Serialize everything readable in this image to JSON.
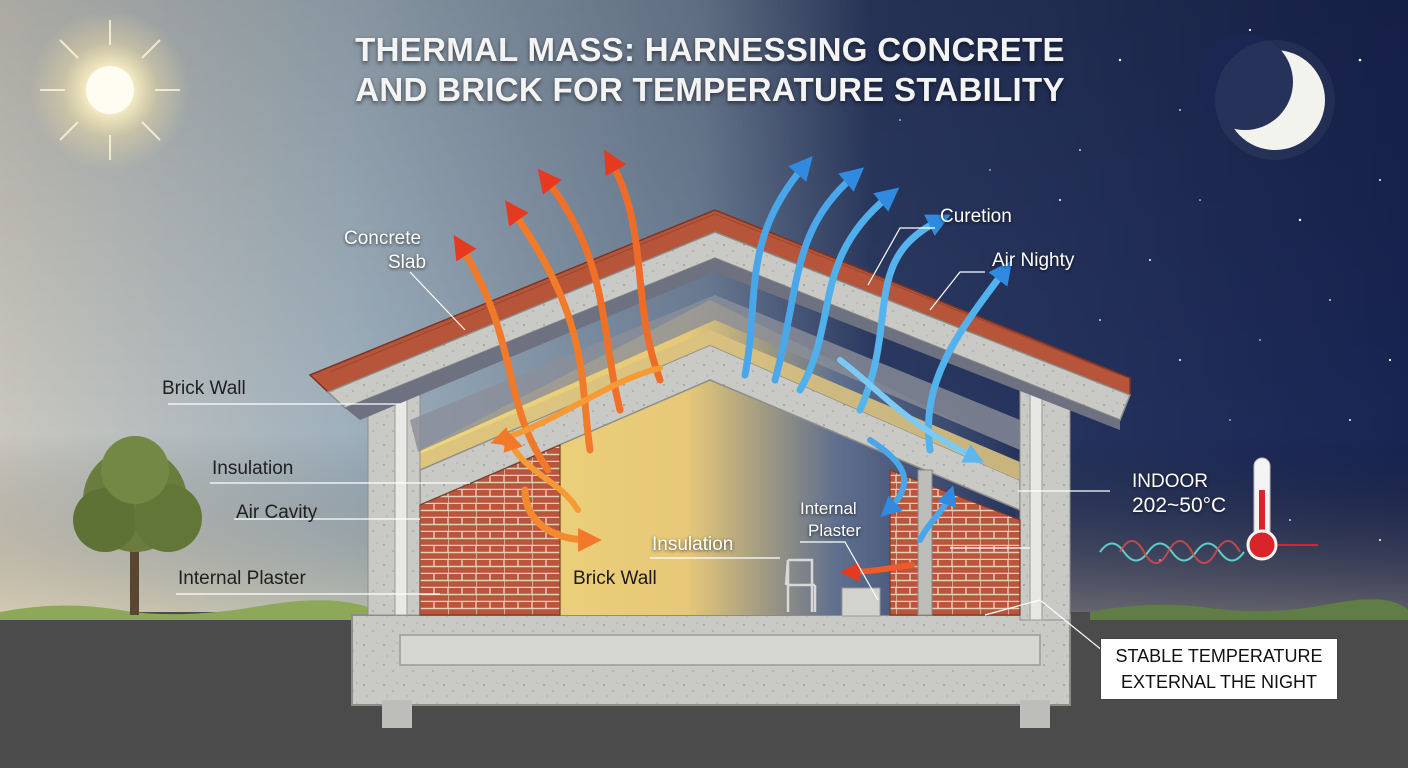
{
  "title": {
    "line1": "THERMAL MASS: HARNESSING CONCRETE",
    "line2": "AND BRICK FOR TEMPERATURE STABILITY"
  },
  "labels": {
    "concrete_slab_l1": "Concrete",
    "concrete_slab_l2": "Slab",
    "brick_wall_left": "Brick Wall",
    "insulation_left": "Insulation",
    "air_cavity": "Air Cavity",
    "internal_plaster_left": "Internal Plaster",
    "brick_wall_center": "Brick Wall",
    "insulation_center": "Insulation",
    "internal_plaster_right_l1": "Internal",
    "internal_plaster_right_l2": "Plaster",
    "curetion": "Curetion",
    "air_nighty": "Air Nighty"
  },
  "indoor": {
    "label": "INDOOR",
    "value": "202~50°C"
  },
  "callout": {
    "line1": "STABLE TEMPERATURE",
    "line2": "EXTERNAL THE NIGHT"
  },
  "colors": {
    "warm_arrow": "#f0782a",
    "warm_arrow_tip": "#e53a1f",
    "cool_arrow": "#4aa6e8",
    "night_sky": "#1c2a55",
    "day_sky": "#8fa3b5",
    "brick": "#b8553a",
    "roof_tile": "#b7553b",
    "thermometer": "#d8242a"
  },
  "icons": {
    "sun": "sun-icon",
    "moon": "moon-icon",
    "thermometer": "thermometer-icon",
    "tree": "tree-icon"
  }
}
